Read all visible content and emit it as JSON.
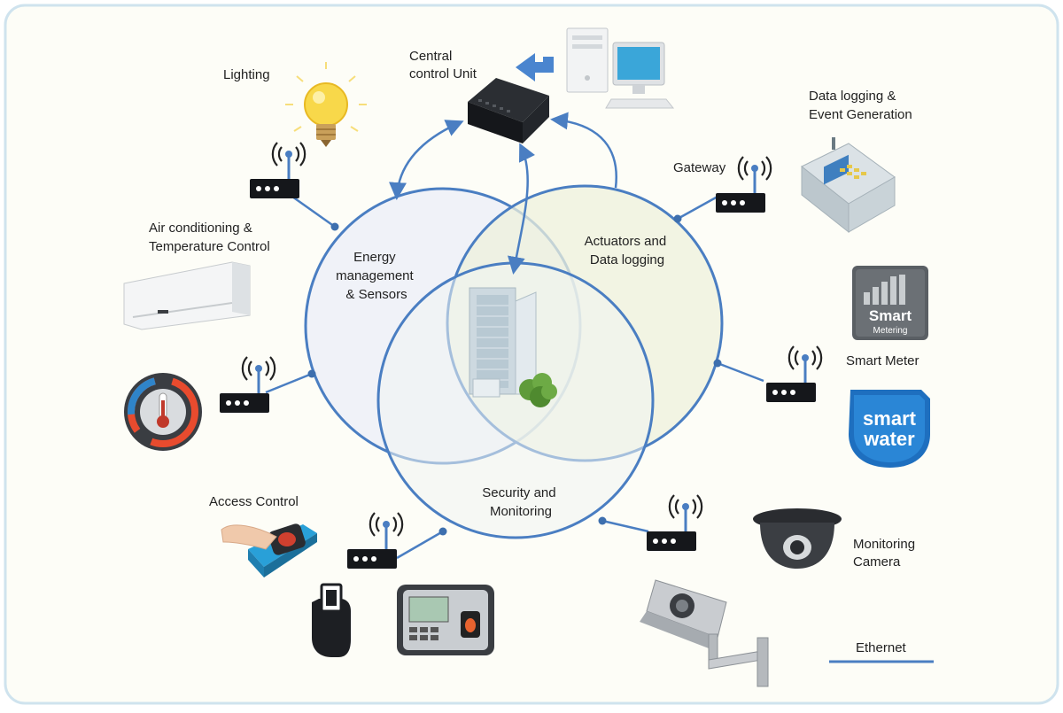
{
  "colors": {
    "frame_border": "#cfe3ee",
    "background": "#fdfdf7",
    "line": "#4a7ec2",
    "line_dark": "#3d6fae",
    "circle_energy_fill": "#eef1f7",
    "circle_actuators_fill": "#eef0dc",
    "circle_security_fill": "#f1f4f2",
    "building": "#c9d6dc",
    "foliage": "#5f9b3a",
    "device_dark": "#1b1d22",
    "bulb": "#f4d03f",
    "legend_line": "#4a7ec2"
  },
  "circles": {
    "energy": {
      "label_lines": [
        "Energy",
        "management",
        "& Sensors"
      ]
    },
    "actuators": {
      "label_lines": [
        "Actuators and",
        "Data logging"
      ]
    },
    "security": {
      "label_lines": [
        "Security and",
        "Monitoring"
      ]
    }
  },
  "labels": {
    "central_unit": [
      "Central",
      "control Unit"
    ],
    "lighting": "Lighting",
    "air_conditioning": [
      "Air conditioning &",
      "Temperature Control"
    ],
    "access_control": "Access Control",
    "gateway": "Gateway",
    "data_logging": [
      "Data logging &",
      "Event Generation"
    ],
    "smart_meter": "Smart Meter",
    "monitoring_camera": [
      "Monitoring",
      "Camera"
    ]
  },
  "icon_text": {
    "smart_metering_big": "Smart",
    "smart_metering_small": "Metering",
    "smart_water_1": "smart",
    "smart_water_2": "water"
  },
  "legend": {
    "label": "Ethernet"
  },
  "icons": [
    "desktop-computer-icon",
    "controller-icon",
    "light-bulb-icon",
    "air-conditioner-icon",
    "thermostat-icon",
    "fingerprint-reader-icon",
    "keycard-hand-icon",
    "attendance-terminal-icon",
    "data-logger-icon",
    "smart-metering-icon",
    "smart-water-icon",
    "dome-camera-icon",
    "bullet-camera-icon",
    "wireless-router-icon",
    "building-icon"
  ]
}
